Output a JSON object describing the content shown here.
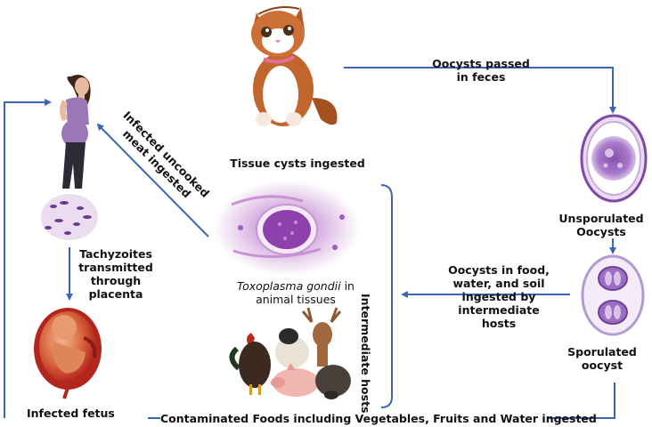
{
  "labels": {
    "oocysts_passed": "Oocysts passed\nin feces",
    "unsporulated": "Unsporulated\nOocysts",
    "sporulated": "Sporulated\noocyst",
    "oocysts_food": "Oocysts in food,\nwater, and soil\ningested by\nintermediate\nhosts",
    "tissue_cysts": "Tissue cysts ingested",
    "toxo_italic": "Toxoplasma gondii",
    "toxo_rest_1": " in",
    "toxo_rest_2": "animal tissues",
    "intermediate_hosts": "Intermediate hosts",
    "infected_meat": "Infected uncooked\nmeat ingested",
    "tachyzoites": "Tachyzoites\ntransmitted\nthrough\nplacenta",
    "infected_fetus": "Infected fetus",
    "contaminated_foods": "Contaminated Foods including Vegetables, Fruits and Water ingested"
  },
  "colors": {
    "arrow": "#3a66b3",
    "cyst_purple": "#a477c7",
    "tissue_pink": "#d9b4e0",
    "fetus_red": "#c53a32"
  },
  "icons": [
    "cat-icon",
    "pregnant-woman-icon",
    "unsporulated-oocyst-icon",
    "sporulated-oocyst-icon",
    "tissue-cyst-icon",
    "animals-icon",
    "fetus-icon",
    "tachyzoite-smear-icon"
  ]
}
